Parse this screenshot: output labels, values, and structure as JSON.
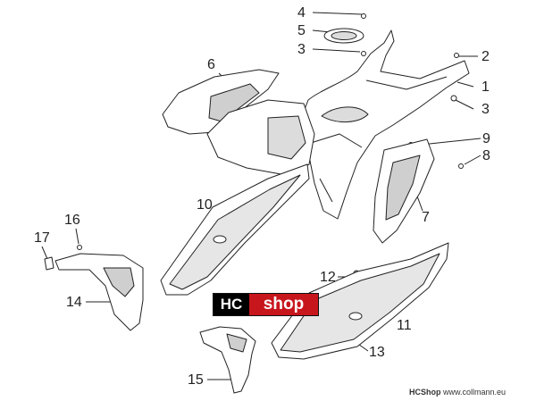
{
  "callouts": [
    "1",
    "2",
    "3",
    "3",
    "4",
    "5",
    "6",
    "7",
    "8",
    "9",
    "10",
    "11",
    "12",
    "13",
    "14",
    "15",
    "16",
    "17"
  ],
  "logo": {
    "left": "HC",
    "right": "shop"
  },
  "footer": {
    "brand": "HCShop",
    "site": "www.collmann.eu"
  },
  "colors": {
    "line": "#222222",
    "fill": "#ffffff",
    "shade": "#d8d8d8",
    "logo_red": "#c8161d"
  }
}
